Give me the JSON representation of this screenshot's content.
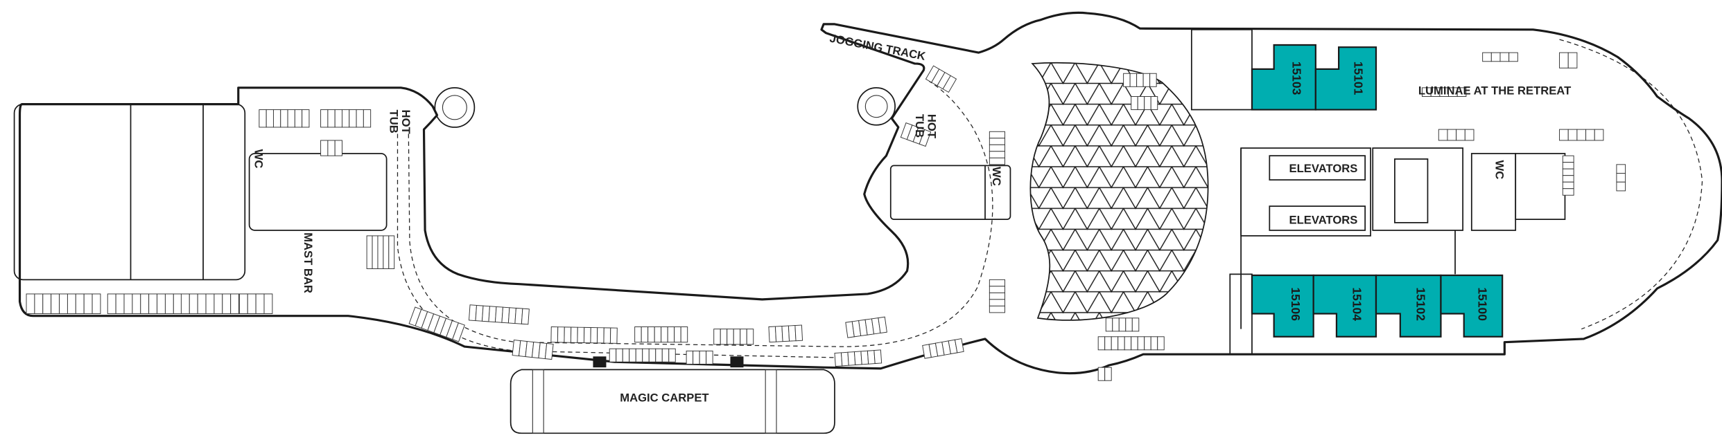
{
  "colors": {
    "cabin_fill": "#00AEB0",
    "outline": "#1a1a1a",
    "background": "#ffffff"
  },
  "labels": {
    "hot_tub_aft": [
      "HOT",
      "TUB"
    ],
    "hot_tub_mid": [
      "HOT",
      "TUB"
    ],
    "wc_aft": "WC",
    "wc_mid": "WC",
    "wc_fwd": "WC",
    "mast_bar": "MAST BAR",
    "jogging_track": "JOGGING TRACK",
    "magic_carpet": "MAGIC CARPET",
    "elevators_upper": "ELEVATORS",
    "elevators_lower": "ELEVATORS",
    "luminae": "LUMINAE AT THE RETREAT"
  },
  "cabins": {
    "top": [
      "15103",
      "15101"
    ],
    "bottom": [
      "15106",
      "15104",
      "15102",
      "15100"
    ]
  }
}
